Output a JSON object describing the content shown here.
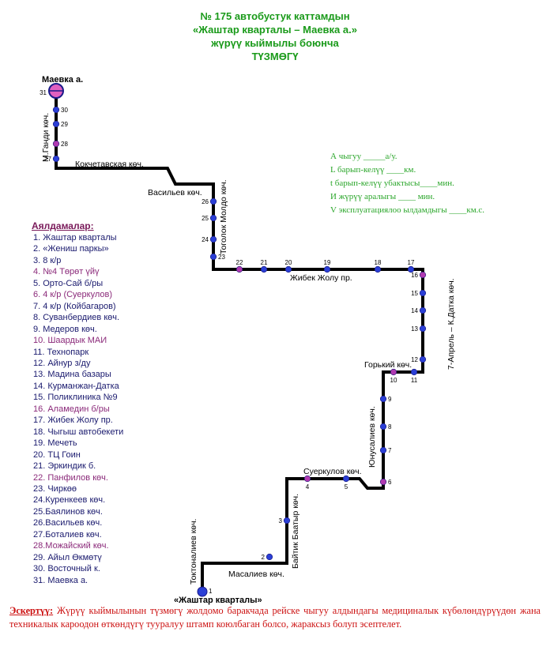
{
  "header": {
    "line1": "№ 175  автобустук каттамдын",
    "line2": "«Жаштар кварталы – Маевка а.»",
    "line3": "жүрүү кыймылы боюнча",
    "line4": "ТҮЗМӨГҮ"
  },
  "info": [
    "А чыгуу  _____а/у.",
    "L барып-келүү  ____км.",
    "t барып-келүү убактысы____мин.",
    "И жүрүү аралыгы ____   мин.",
    "V эксплуатациялоо ылдамдыгы ____км.с."
  ],
  "map": {
    "terminal_top": "Маевка а.",
    "terminal_bottom": "«Жаштар кварталы»",
    "streets": [
      "М.Ганди көч.",
      "Кокчетавская көч.",
      "Васильев көч.",
      "Тоголок Молдо көч.",
      "Жибек Жолу пр.",
      "7-Апрель – К.Датка көч.",
      "Горький көч.",
      "Юнусалиев көч.",
      "Суеркулов көч.",
      "Байтик Баатыр көч.",
      "Масалиев көч.",
      "Токтоналиев көч."
    ],
    "stop_numbers": [
      "1",
      "2",
      "3",
      "4",
      "5",
      "6",
      "7",
      "8",
      "9",
      "10",
      "11",
      "12",
      "13",
      "14",
      "15",
      "16",
      "17",
      "18",
      "19",
      "20",
      "21",
      "22",
      "23",
      "24",
      "25",
      "26",
      "27",
      "28",
      "29",
      "30",
      "31"
    ]
  },
  "legend": {
    "title": "Аялдамалар:",
    "items": [
      {
        "text": "1. Жаштар кварталы",
        "color": "#1a1a6e"
      },
      {
        "text": "2. «Жениш паркы»",
        "color": "#1a1a6e"
      },
      {
        "text": "3. 8 к/р",
        "color": "#1a1a6e"
      },
      {
        "text": "4. №4 Төрөт үйү",
        "color": "#8b2a7a"
      },
      {
        "text": "5. Орто-Сай б/ры",
        "color": "#1a1a6e"
      },
      {
        "text": "6. 4 к/р (Суеркулов)",
        "color": "#8b2a7a"
      },
      {
        "text": "7. 4 к/р (Койбагаров)",
        "color": "#1a1a6e"
      },
      {
        "text": "8. Суванбердиев көч.",
        "color": "#1a1a6e"
      },
      {
        "text": "9. Медеров  көч.",
        "color": "#1a1a6e"
      },
      {
        "text": "10. Шаардык МАИ",
        "color": "#8b2a7a"
      },
      {
        "text": "11. Технопарк",
        "color": "#1a1a6e"
      },
      {
        "text": "12. Айнур з/ду",
        "color": "#1a1a6e"
      },
      {
        "text": "13. Мадина базары",
        "color": "#1a1a6e"
      },
      {
        "text": "14. Курманжан-Датка",
        "color": "#1a1a6e"
      },
      {
        "text": "15. Поликлиника №9",
        "color": "#1a1a6e"
      },
      {
        "text": "16. Аламедин б/ры",
        "color": "#8b2a7a"
      },
      {
        "text": "17. Жибек Жолу пр.",
        "color": "#1a1a6e"
      },
      {
        "text": "18. Чыгыш автобекети",
        "color": "#1a1a6e"
      },
      {
        "text": "19. Мечеть",
        "color": "#1a1a6e"
      },
      {
        "text": "20. ТЦ Гоин",
        "color": "#1a1a6e"
      },
      {
        "text": "21. Эркиндик б.",
        "color": "#1a1a6e"
      },
      {
        "text": "22. Панфилов көч.",
        "color": "#8b2a7a"
      },
      {
        "text": "23. Чиркөө",
        "color": "#1a1a6e"
      },
      {
        "text": "24.Куренкеев көч.",
        "color": "#1a1a6e"
      },
      {
        "text": "25.Баялинов көч.",
        "color": "#1a1a6e"
      },
      {
        "text": "26.Васильев көч.",
        "color": "#1a1a6e"
      },
      {
        "text": "27.Боталиев көч.",
        "color": "#1a1a6e"
      },
      {
        "text": "28.Можайский көч.",
        "color": "#8b2a7a"
      },
      {
        "text": "29. Айыл Өкмөтү",
        "color": "#1a1a6e"
      },
      {
        "text": "30. Восточный к.",
        "color": "#1a1a6e"
      },
      {
        "text": "31. Маевка а.",
        "color": "#1a1a6e"
      }
    ]
  },
  "note": {
    "label": "Эскертүү:",
    "text": " Жүрүү кыймылынын түзмөгү жолдомо баракчада рейске чыгуу алдындагы медициналык күбөлөндүрүүдөн жана техникалык кароодон өткөндүгү тууралуу штамп коюлбаган болсо, жараксыз болуп эсептелет."
  },
  "colors": {
    "header": "#1a9a1a",
    "info": "#2aa62a",
    "note": "#cc1111",
    "route": "#000000",
    "stop_blue": "#2b3fd6",
    "stop_purple": "#b03ab0",
    "terminal_fill": "#e060c0"
  }
}
